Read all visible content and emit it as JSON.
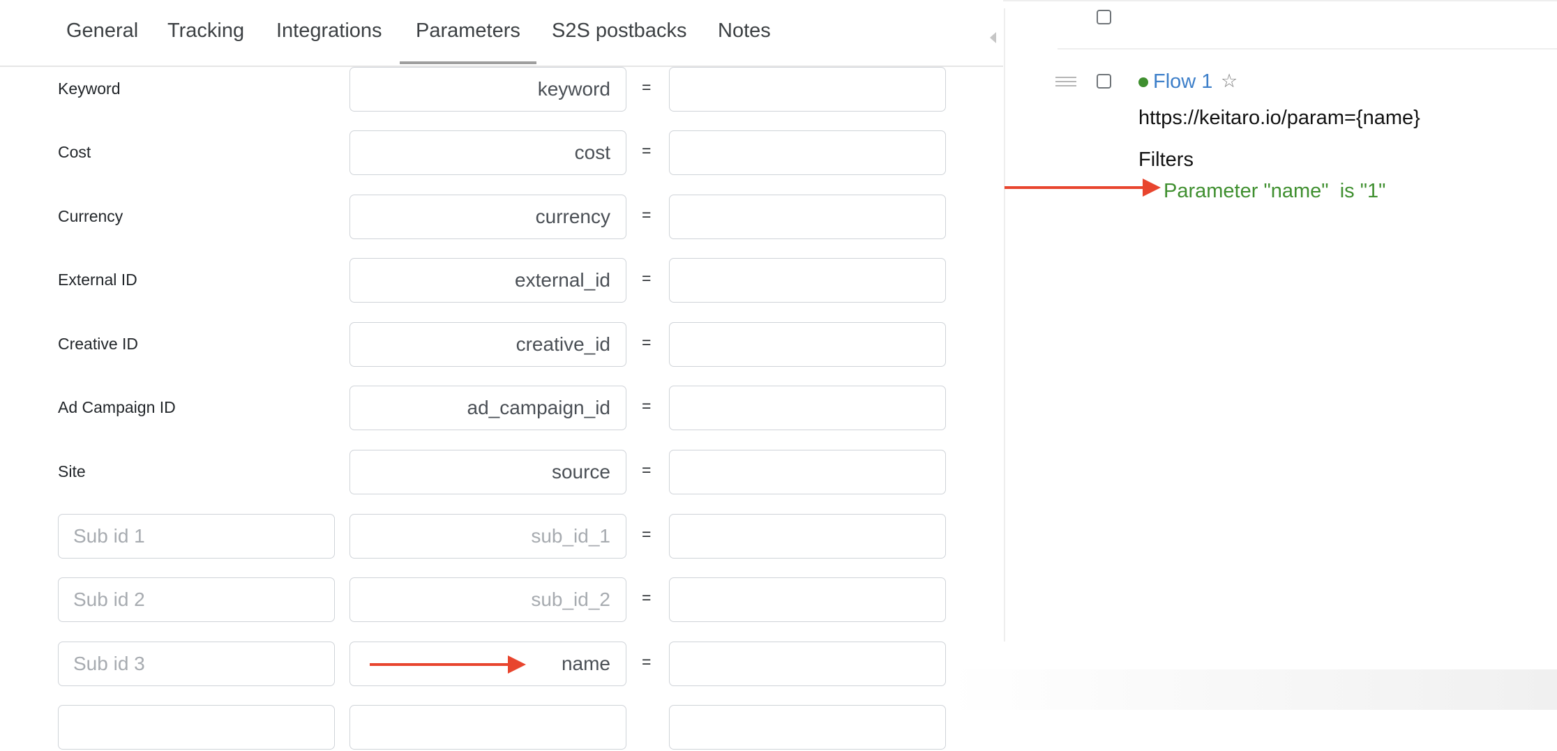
{
  "tabs": [
    {
      "label": "General"
    },
    {
      "label": "Tracking"
    },
    {
      "label": "Integrations"
    },
    {
      "label": "Parameters"
    },
    {
      "label": "S2S postbacks"
    },
    {
      "label": "Notes"
    }
  ],
  "active_tab": "Parameters",
  "parameters": {
    "equals_sign": "=",
    "rows": [
      {
        "label": "Keyword",
        "key": "keyword"
      },
      {
        "label": "Cost",
        "key": "cost"
      },
      {
        "label": "Currency",
        "key": "currency"
      },
      {
        "label": "External ID",
        "key": "external_id"
      },
      {
        "label": "Creative ID",
        "key": "creative_id"
      },
      {
        "label": "Ad Campaign ID",
        "key": "ad_campaign_id"
      },
      {
        "label": "Site",
        "key": "source"
      },
      {
        "name_placeholder": "Sub id 1",
        "key_placeholder": "sub_id_1"
      },
      {
        "name_placeholder": "Sub id 2",
        "key_placeholder": "sub_id_2"
      },
      {
        "name_placeholder": "Sub id 3",
        "key": "name"
      }
    ]
  },
  "flow": {
    "name": "Flow 1",
    "url": "https://keitaro.io/param={name}",
    "filters_title": "Filters",
    "filter_rule": "Parameter \"name\"  is \"1\"",
    "status_color": "#3f8f2f"
  },
  "icons": {
    "favorite": "star-outline-icon",
    "drag": "drag-handle-icon"
  },
  "colors": {
    "arrow": "#e8452e",
    "link": "#3d7fc9",
    "filter": "#3f8f2f"
  }
}
